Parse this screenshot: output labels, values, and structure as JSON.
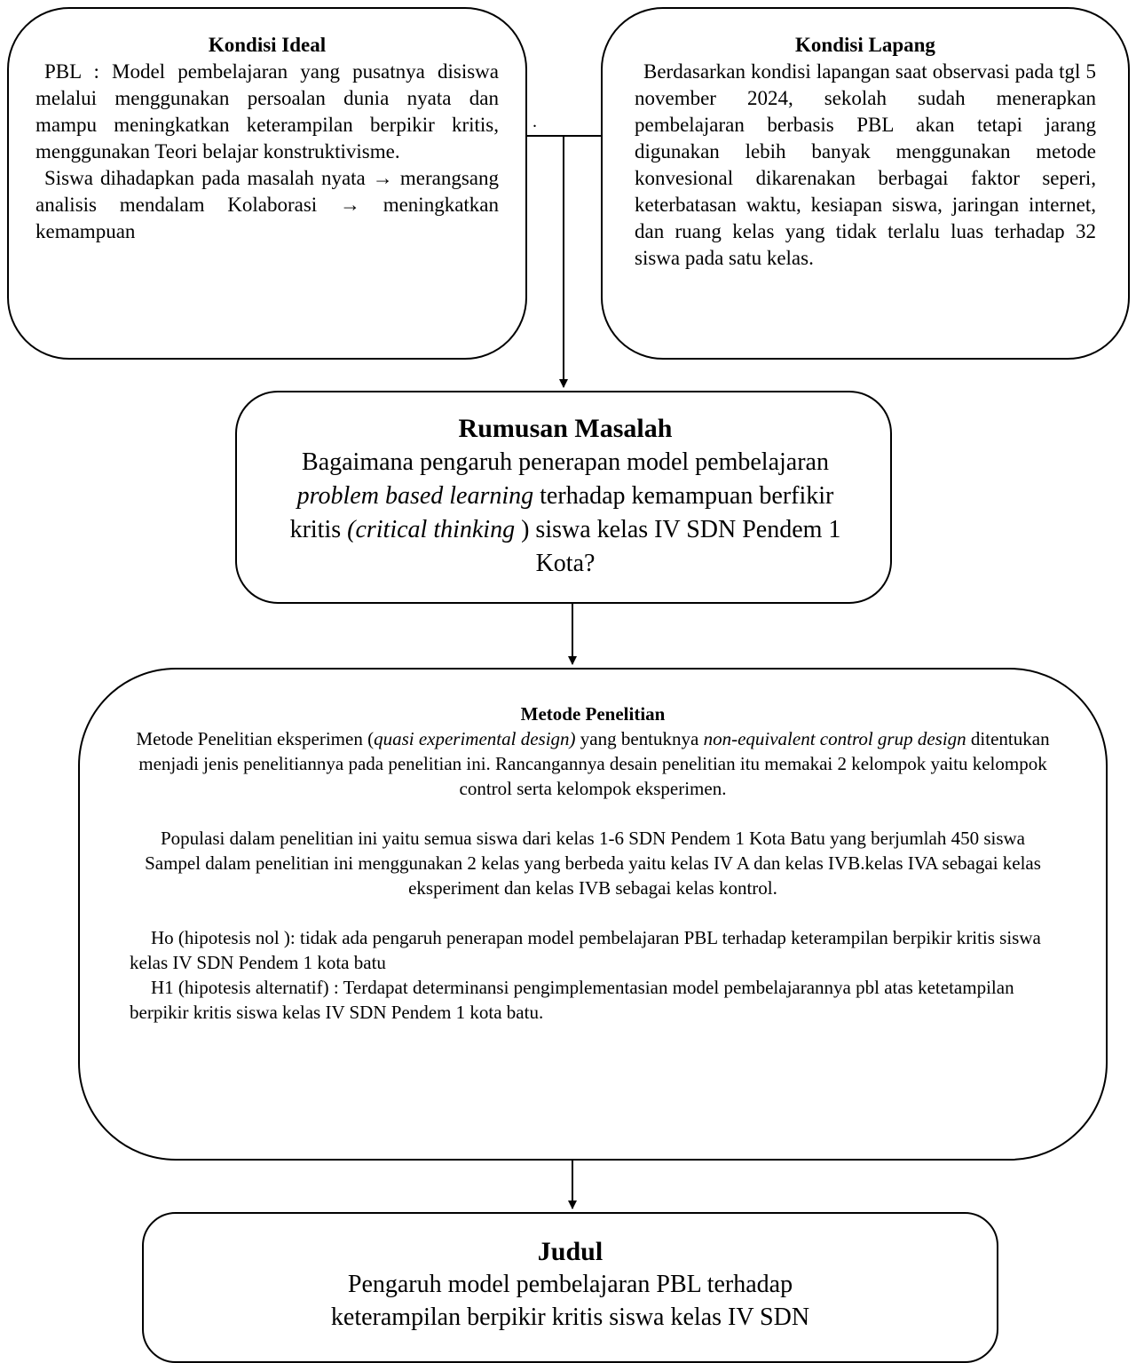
{
  "ideal": {
    "title": "Kondisi Ideal",
    "p1": "PBL : Model pembelajaran yang pusatnya disiswa melalui menggunakan persoalan dunia nyata dan mampu meningkatkan keterampilan berpikir kritis, menggunakan Teori belajar konstruktivisme.",
    "p2": "Siswa dihadapkan pada masalah nyata → merangsang analisis mendalam Kolaborasi → meningkatkan kemampuan"
  },
  "lapang": {
    "title": "Kondisi Lapang",
    "p1": "Berdasarkan kondisi lapangan saat observasi pada tgl 5 november 2024, sekolah sudah menerapkan pembelajaran berbasis PBL akan tetapi jarang digunakan lebih banyak menggunakan metode konvesional dikarenakan berbagai faktor seperi, keterbatasan waktu, kesiapan siswa, jaringan internet, dan ruang kelas yang tidak terlalu luas terhadap 32 siswa pada satu kelas."
  },
  "separator_mark": ".",
  "rumusan": {
    "title": "Rumusan Masalah",
    "t1": "Bagaimana pengaruh penerapan model pembelajaran ",
    "t1_em": "problem based learning",
    "t2": " terhadap kemampuan berfikir kritis ",
    "t2_em": "(critical thinking",
    "t3": " ) siswa kelas IV SDN Pendem 1 Kota?"
  },
  "metode": {
    "title": "Metode Penelitian",
    "p1_a": "Metode Penelitian eksperimen (",
    "p1_em1": "quasi experimental design)",
    "p1_b": " yang bentuknya ",
    "p1_em2": "non-equivalent control grup  design",
    "p1_c": " ditentukan menjadi jenis penelitiannya pada penelitian ini. Rancangannya desain penelitian itu memakai 2 kelompok yaitu kelompok control serta kelompok eksperimen.",
    "p2": "Populasi dalam penelitian ini yaitu semua siswa dari kelas 1-6 SDN Pendem 1 Kota Batu yang berjumlah 450  siswa",
    "p3": "Sampel dalam penelitian ini menggunakan 2 kelas yang berbeda yaitu kelas IV A dan kelas IVB.kelas  IVA sebagai kelas eksperiment dan kelas IVB sebagai kelas kontrol.",
    "p4": "Ho (hipotesis nol ): tidak ada pengaruh penerapan model pembelajaran PBL terhadap keterampilan berpikir kritis siswa kelas IV SDN Pendem 1 kota batu",
    "p5": "H1 (hipotesis alternatif) : Terdapat determinansi pengimplementasian model pembelajarannya pbl atas ketetampilan berpikir  kritis siswa kelas IV SDN Pendem 1 kota batu."
  },
  "judul": {
    "title": "Judul",
    "text": "Pengaruh model pembelajaran PBL terhadap keterampilan berpikir kritis siswa kelas IV SDN"
  }
}
